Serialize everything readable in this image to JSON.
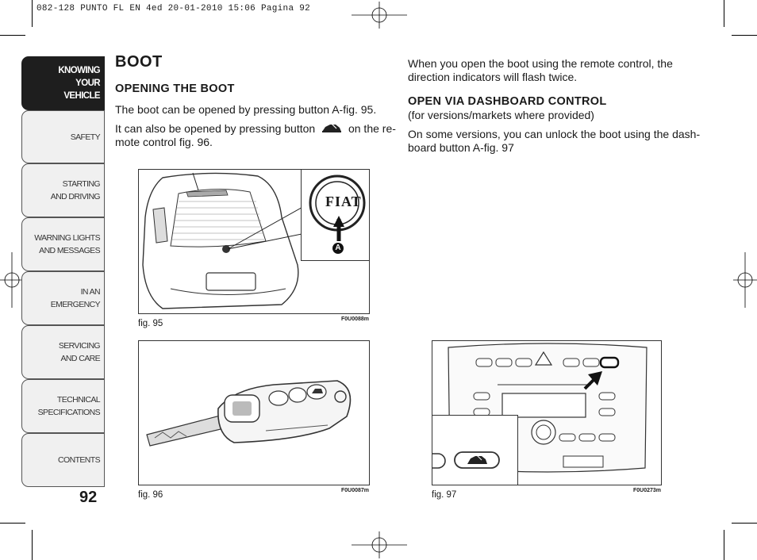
{
  "header": {
    "print_line": "082-128 PUNTO FL EN 4ed  20-01-2010  15:06  Pagina 92"
  },
  "sidebar": {
    "tabs": [
      {
        "label": "KNOWING\nYOUR\nVEHICLE",
        "active": true
      },
      {
        "label": "SAFETY",
        "active": false
      },
      {
        "label": "STARTING\nAND DRIVING",
        "active": false
      },
      {
        "label": "WARNING LIGHTS\nAND MESSAGES",
        "active": false
      },
      {
        "label": "IN AN\nEMERGENCY",
        "active": false
      },
      {
        "label": "SERVICING\nAND CARE",
        "active": false
      },
      {
        "label": "TECHNICAL\nSPECIFICATIONS",
        "active": false
      },
      {
        "label": "CONTENTS",
        "active": false
      }
    ]
  },
  "page_number": "92",
  "left_column": {
    "title": "BOOT",
    "section_heading": "OPENING THE BOOT",
    "para1": "The boot can be opened by pressing button A-fig. 95.",
    "para2_part1": "It can also be opened by pressing button",
    "para2_part2": "on the re-",
    "para2_line2": "mote control fig. 96."
  },
  "right_column": {
    "para1_line1": "When you open the boot using the remote control, the",
    "para1_line2": "direction indicators will flash twice.",
    "section_heading": "OPEN VIA DASHBOARD CONTROL",
    "subheading": "(for versions/markets where provided)",
    "para2_line1": "On some versions, you can unlock the boot using the dash-",
    "para2_line2": "board button A-fig. 97"
  },
  "figures": {
    "fig95": {
      "caption": "fig. 95",
      "code": "F0U0088m",
      "callout": "A",
      "badge": "FIAT"
    },
    "fig96": {
      "caption": "fig. 96",
      "code": "F0U0087m"
    },
    "fig97": {
      "caption": "fig. 97",
      "code": "F0U0273m"
    }
  },
  "colors": {
    "tab_active": "#1e1e1e",
    "tab_inactive": "#f0f0f0",
    "text": "#1a1a1a"
  }
}
